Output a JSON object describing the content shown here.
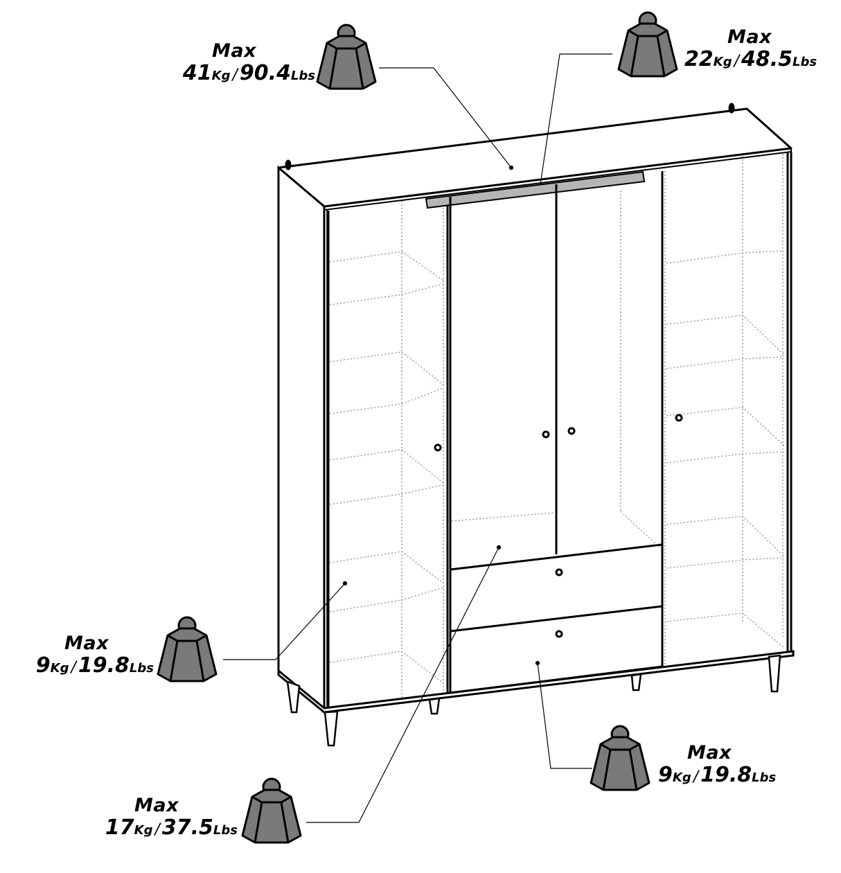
{
  "title": "Wardrobe maximum load diagram",
  "colors": {
    "line": "#000000",
    "weight_fill": "#7a7a7a",
    "rail_fill": "#b5b5b5",
    "shelf_dotted": "#9a9a9a",
    "background": "#ffffff"
  },
  "icon": "weight-icon",
  "load_labels": [
    {
      "id": "top-shelf",
      "target": "cabinet top surface",
      "max_label": "Max",
      "kg_value": "41",
      "kg_unit": "Kg",
      "separator": "/",
      "lbs_value": "90.4",
      "lbs_unit": "Lbs"
    },
    {
      "id": "hanging-rail",
      "target": "hanging rail",
      "max_label": "Max",
      "kg_value": "22",
      "kg_unit": "Kg",
      "separator": "/",
      "lbs_value": "48.5",
      "lbs_unit": "Lbs"
    },
    {
      "id": "side-shelf",
      "target": "left side compartment shelf",
      "max_label": "Max",
      "kg_value": "9",
      "kg_unit": "Kg",
      "separator": "/",
      "lbs_value": "19.8",
      "lbs_unit": "Lbs"
    },
    {
      "id": "drawer",
      "target": "bottom drawer",
      "max_label": "Max",
      "kg_value": "9",
      "kg_unit": "Kg",
      "separator": "/",
      "lbs_value": "19.8",
      "lbs_unit": "Lbs"
    },
    {
      "id": "middle-floor",
      "target": "middle compartment floor",
      "max_label": "Max",
      "kg_value": "17",
      "kg_unit": "Kg",
      "separator": "/",
      "lbs_value": "37.5",
      "lbs_unit": "Lbs"
    }
  ]
}
